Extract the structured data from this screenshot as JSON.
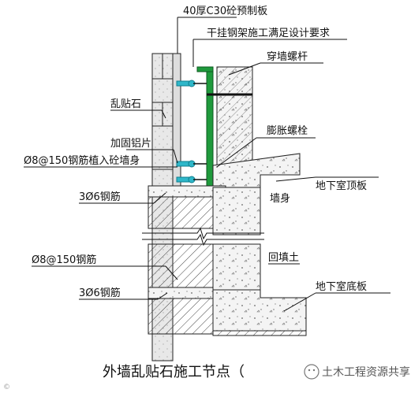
{
  "labels": {
    "precast_slab": "40厚C30砼预制板",
    "steel_frame": "干挂钢架施工满足设计要求",
    "wall_bolt": "穿墙螺杆",
    "random_stone": "乱贴石",
    "expansion_bolt": "膨胀螺栓",
    "aluminum_plate": "加固铝片",
    "rebar_planted": "Ø8@150钢筋植入砼墙身",
    "roof_slab": "地下室顶板",
    "rebar_3d6_top": "3Ø6钢筋",
    "wall_body": "墙身",
    "rebar_8_150": "Ø8@150钢筋",
    "backfill": "回填土",
    "floor_slab": "地下室底板",
    "rebar_3d6_bottom": "3Ø6钢筋"
  },
  "title": "外墙乱贴石施工节点（",
  "watermark_left": "©",
  "watermark_right": "土木工程资源共享",
  "colors": {
    "steel_green": "#1f9a3c",
    "anchor_cyan": "#2fb7c9",
    "line": "#111111",
    "hatch": "#333333"
  }
}
